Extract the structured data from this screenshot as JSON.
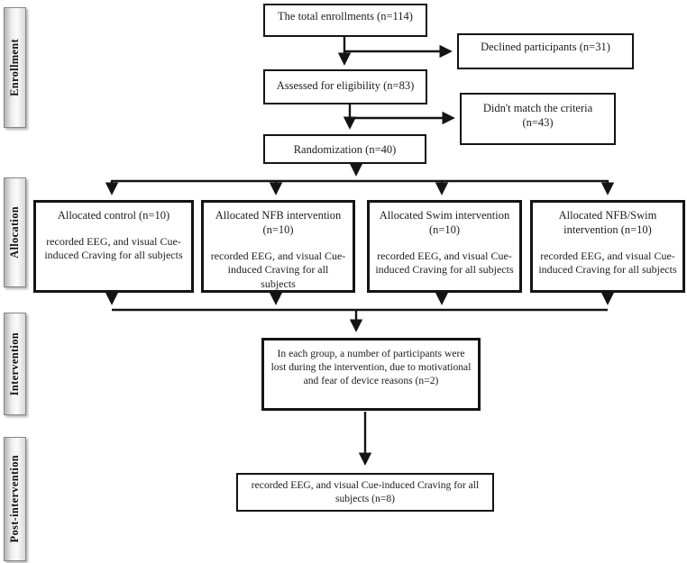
{
  "diagram": {
    "stages": [
      {
        "label": "Enrollment"
      },
      {
        "label": "Allocation"
      },
      {
        "label": "Intervention"
      },
      {
        "label": "Post-intervention"
      }
    ],
    "boxes": {
      "total_enrollments": "The total enrollments (n=114)",
      "declined": "Declined participants (n=31)",
      "assessed": "Assessed for eligibility (n=83)",
      "criteria": "Didn't match the criteria (n=43)",
      "randomization": "Randomization (n=40)",
      "allocation": [
        {
          "title": "Allocated control (n=10)",
          "detail": "recorded EEG, and visual Cue-induced Craving for all subjects"
        },
        {
          "title": "Allocated NFB intervention (n=10)",
          "detail": "recorded EEG, and visual Cue-induced Craving for all subjects"
        },
        {
          "title": "Allocated Swim intervention (n=10)",
          "detail": "recorded EEG, and visual Cue-induced Craving for all subjects"
        },
        {
          "title": "Allocated NFB/Swim intervention (n=10)",
          "detail": "recorded EEG, and visual Cue-induced Craving for all subjects"
        }
      ],
      "intervention_loss": "In each group, a number of participants were lost during the intervention, due to motivational and fear of device reasons (n=2)",
      "post_intervention": "recorded EEG, and visual Cue-induced Craving for all subjects (n=8)"
    }
  },
  "colors": {
    "line": "#141414",
    "box_border": "#141414",
    "stage_fill": "#e9e9e9",
    "stage_border": "#848484"
  }
}
